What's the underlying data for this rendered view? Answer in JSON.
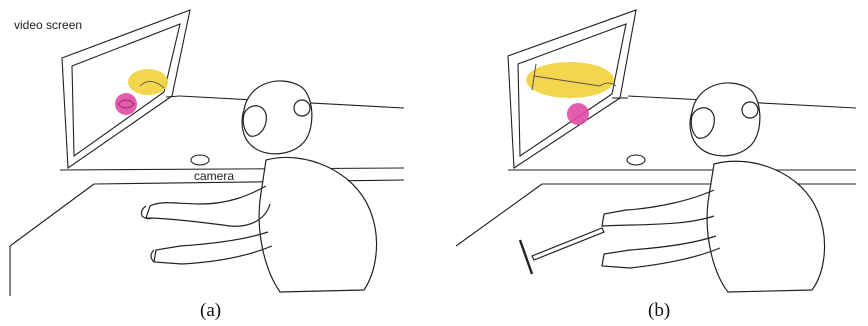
{
  "panels": [
    {
      "id": "a",
      "caption": "(a)",
      "labels": {
        "screen": "video screen",
        "camera": "camera"
      }
    },
    {
      "id": "b",
      "caption": "(b)"
    }
  ],
  "colors": {
    "target_yellow": "#f2d23a",
    "hand_magenta": "#e24aa5",
    "line": "#222222"
  }
}
